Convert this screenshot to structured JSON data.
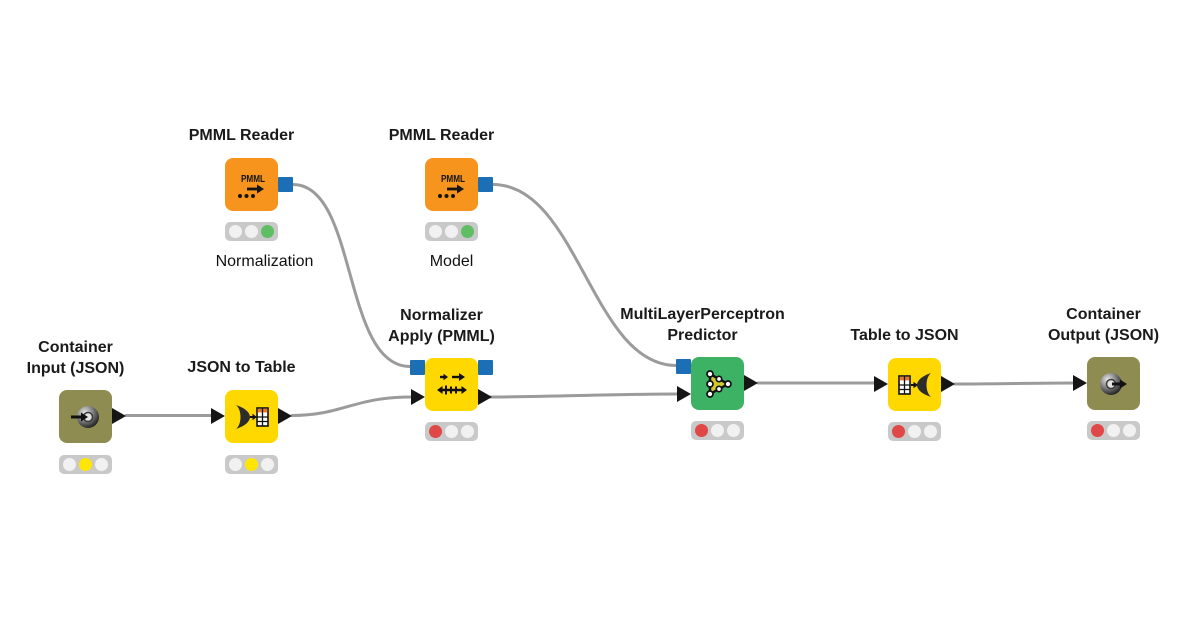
{
  "app": {
    "name": "KNIME workflow canvas",
    "background": "#FFFFFF"
  },
  "colors": {
    "node_orange": "#F7941E",
    "node_yellow": "#FFD800",
    "node_green": "#3EB264",
    "node_olive": "#8F8C51",
    "pmml_port_blue": "#1C6EB5",
    "data_port_black": "#151515",
    "wire_gray": "#9B9B9B",
    "status_bar_gray": "#C9C9C9",
    "status_red": "#E04747",
    "status_yellow": "#FFE600",
    "status_green": "#5FBE63",
    "status_off": "#F1F1F1"
  },
  "icons": {
    "pmml_label": "PMML"
  },
  "workflow": {
    "nodes": [
      {
        "id": "pmml-reader-normalization",
        "title": "PMML Reader",
        "annotation": "Normalization",
        "color": "#F7941E",
        "status": [
          "off",
          "off",
          "green"
        ],
        "inputs": [],
        "outputs": [
          "pmml"
        ]
      },
      {
        "id": "pmml-reader-model",
        "title": "PMML Reader",
        "annotation": "Model",
        "color": "#F7941E",
        "status": [
          "off",
          "off",
          "green"
        ],
        "inputs": [],
        "outputs": [
          "pmml"
        ]
      },
      {
        "id": "container-input-json",
        "title": "Container\nInput (JSON)",
        "color": "#8F8C51",
        "status": [
          "off",
          "yellow",
          "off"
        ],
        "inputs": [],
        "outputs": [
          "data"
        ]
      },
      {
        "id": "json-to-table",
        "title": "JSON to Table",
        "color": "#FFD800",
        "status": [
          "off",
          "yellow",
          "off"
        ],
        "inputs": [
          "data"
        ],
        "outputs": [
          "data"
        ]
      },
      {
        "id": "normalizer-apply-pmml",
        "title": "Normalizer\nApply (PMML)",
        "color": "#FFD800",
        "status": [
          "red",
          "off",
          "off"
        ],
        "inputs": [
          "pmml",
          "data"
        ],
        "outputs": [
          "pmml",
          "data"
        ]
      },
      {
        "id": "multilayerperceptron-predictor",
        "title": "MultiLayerPerceptron\nPredictor",
        "color": "#3EB264",
        "status": [
          "red",
          "off",
          "off"
        ],
        "inputs": [
          "pmml",
          "data"
        ],
        "outputs": [
          "data"
        ]
      },
      {
        "id": "table-to-json",
        "title": "Table to JSON",
        "color": "#FFD800",
        "status": [
          "red",
          "off",
          "off"
        ],
        "inputs": [
          "data"
        ],
        "outputs": [
          "data"
        ]
      },
      {
        "id": "container-output-json",
        "title": "Container\nOutput (JSON)",
        "color": "#8F8C51",
        "status": [
          "red",
          "off",
          "off"
        ],
        "inputs": [
          "data"
        ],
        "outputs": []
      }
    ],
    "connections": [
      {
        "from": "container-input-json",
        "to": "json-to-table",
        "type": "data"
      },
      {
        "from": "json-to-table",
        "to": "normalizer-apply-pmml",
        "type": "data"
      },
      {
        "from": "pmml-reader-normalization",
        "to": "normalizer-apply-pmml",
        "type": "pmml"
      },
      {
        "from": "pmml-reader-model",
        "to": "multilayerperceptron-predictor",
        "type": "pmml"
      },
      {
        "from": "normalizer-apply-pmml",
        "to": "multilayerperceptron-predictor",
        "type": "data"
      },
      {
        "from": "multilayerperceptron-predictor",
        "to": "table-to-json",
        "type": "data"
      },
      {
        "from": "table-to-json",
        "to": "container-output-json",
        "type": "data"
      }
    ]
  }
}
